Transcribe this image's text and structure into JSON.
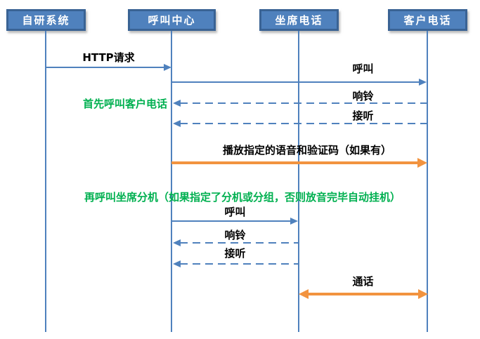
{
  "diagram": {
    "type": "sequence",
    "actors": [
      {
        "label": "自研系统"
      },
      {
        "label": "呼叫中心"
      },
      {
        "label": "坐席电话"
      },
      {
        "label": "客户电话"
      }
    ],
    "messages": [
      {
        "label": "HTTP请求",
        "from": "自研系统",
        "to": "呼叫中心",
        "line": "solid",
        "color": "blue",
        "direction": "right"
      },
      {
        "label": "呼叫",
        "from": "呼叫中心",
        "to": "客户电话",
        "line": "solid",
        "color": "blue",
        "direction": "right"
      },
      {
        "label": "响铃",
        "from": "客户电话",
        "to": "呼叫中心",
        "line": "dashed",
        "color": "blue",
        "direction": "left"
      },
      {
        "label": "接听",
        "from": "客户电话",
        "to": "呼叫中心",
        "line": "dashed",
        "color": "blue",
        "direction": "left"
      },
      {
        "label": "播放指定的语音和验证码（如果有）",
        "from": "呼叫中心",
        "to": "客户电话",
        "line": "solid",
        "color": "orange",
        "direction": "right"
      },
      {
        "label": "呼叫",
        "from": "呼叫中心",
        "to": "坐席电话",
        "line": "solid",
        "color": "blue",
        "direction": "right"
      },
      {
        "label": "响铃",
        "from": "坐席电话",
        "to": "呼叫中心",
        "line": "dashed",
        "color": "blue",
        "direction": "left"
      },
      {
        "label": "接听",
        "from": "坐席电话",
        "to": "呼叫中心",
        "line": "dashed",
        "color": "blue",
        "direction": "left"
      },
      {
        "label": "通话",
        "from": "坐席电话",
        "to": "客户电话",
        "line": "solid",
        "color": "orange",
        "direction": "both"
      }
    ],
    "annotations": [
      {
        "label": "首先呼叫客户电话"
      },
      {
        "label": "再呼叫坐席分机（如果指定了分机或分组，否则放音完毕自动挂机）"
      }
    ],
    "colors": {
      "actor_fill": "#4F81BD",
      "actor_border": "#3A6394",
      "actor_text": "#FFFFFF",
      "line_blue": "#4F81BD",
      "line_orange": "#F2933F",
      "label_text": "#000000",
      "annotation_green": "#00B050"
    }
  }
}
